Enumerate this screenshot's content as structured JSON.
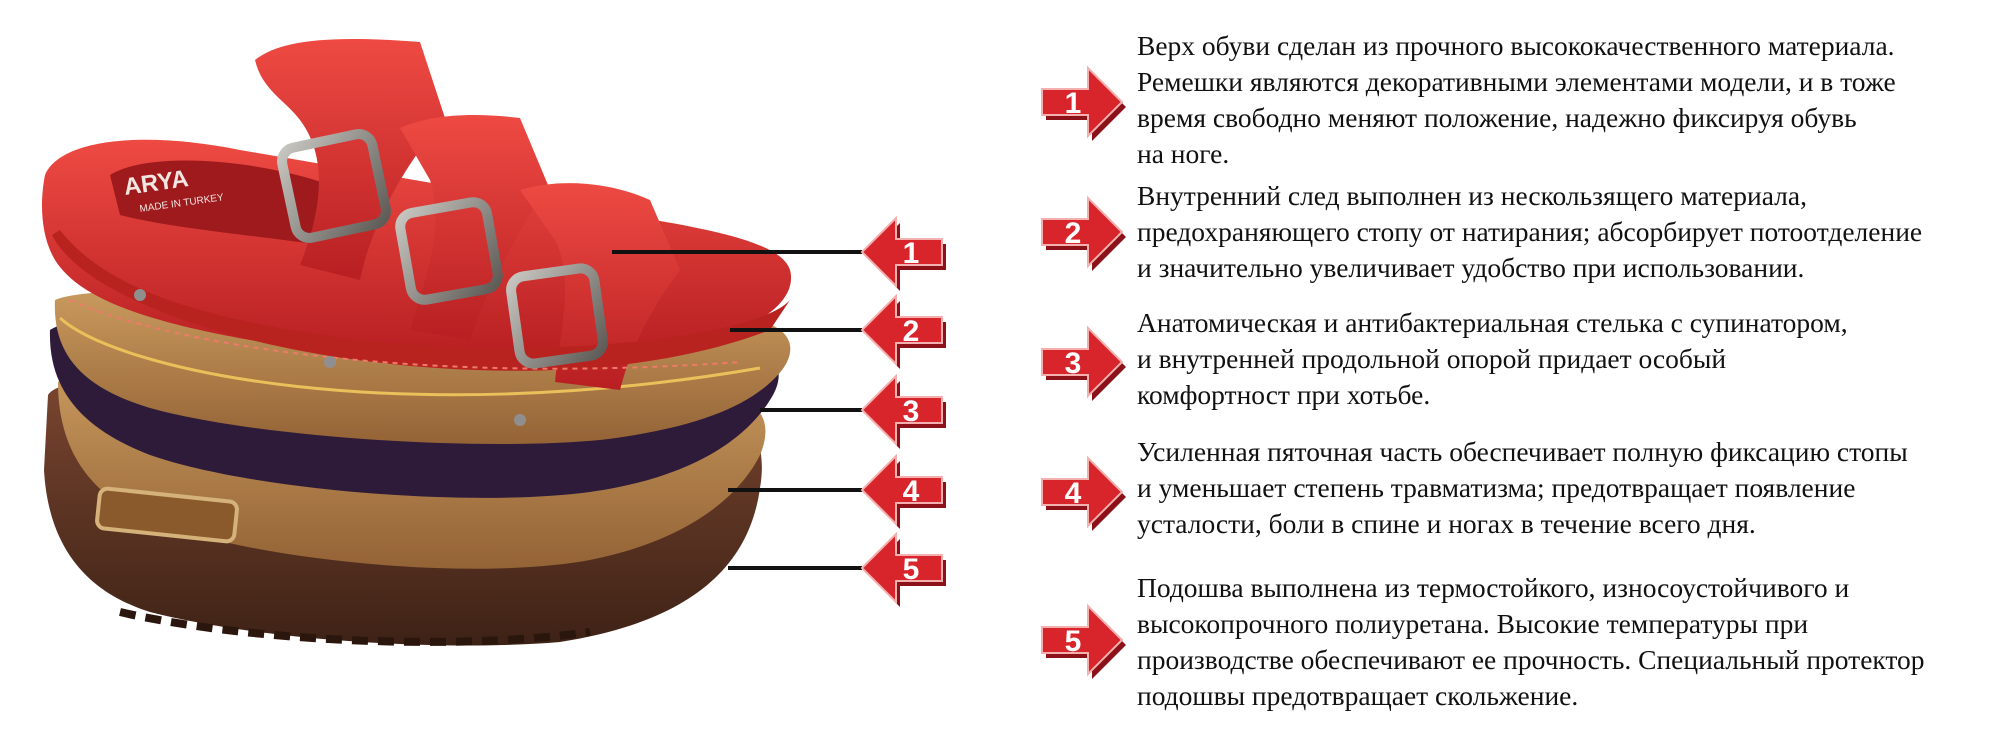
{
  "brand": {
    "logo_text": "ARYA",
    "logo_subtext": "MADE IN TURKEY"
  },
  "colors": {
    "arrow_red": "#d8252c",
    "arrow_dark": "#8c1118",
    "leader_line": "#111111",
    "upper_red": "#dd2f2d",
    "cork": "#b4844d",
    "dark_layer": "#2e1b3a",
    "sole_brown": "#5c3321"
  },
  "layers": [
    {
      "number": "1",
      "text": "Верх обуви сделан из прочного высококачественного материала.\nРемешки являются декоративными элементами модели, и в тоже\nвремя свободно меняют положение, надежно фиксируя обувь\nна ноге."
    },
    {
      "number": "2",
      "text": "Внутренний след выполнен из нескользящего материала,\nпредохраняющего стопу от натирания; абсорбирует потоотделение\nи значительно увеличивает удобство при использовании."
    },
    {
      "number": "3",
      "text": "Анатомическая и антибактериальная стелька с супинатором,\nи  внутренней продольной опорой придает особый\nкомфортност при хотьбе."
    },
    {
      "number": "4",
      "text": "Усиленная пяточная часть обеспечивает полную фиксацию стопы\nи уменьшает степень травматизма; предотвращает появление\nусталости, боли в спине и ногах в течение всего дня."
    },
    {
      "number": "5",
      "text": "Подошва выполнена из термостойкого, износоустойчивого и\nвысокопрочного полиуретана. Высокие температуры при\nпроизводстве обеспечивают ее прочность. Специальный протектор\nподошвы предотвращает скольжение."
    }
  ]
}
